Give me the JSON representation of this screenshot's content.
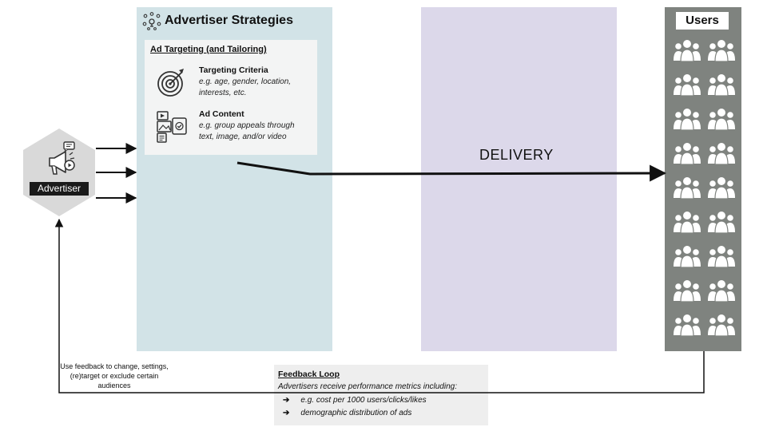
{
  "strategies": {
    "title": "Advertiser Strategies",
    "targeting_heading": "Ad Targeting (and Tailoring)",
    "criteria": [
      {
        "title": "Targeting Criteria",
        "description": "e.g. age, gender, location, interests, etc.",
        "icon": "target-icon"
      },
      {
        "title": "Ad Content",
        "description": "e.g. group appeals through text, image, and/or video",
        "icon": "media-content-icon"
      }
    ]
  },
  "delivery": {
    "label": "DELIVERY"
  },
  "users": {
    "title": "Users",
    "group_count": 18,
    "icon": "user-group-icon"
  },
  "advertiser": {
    "label": "Advertiser",
    "icon": "megaphone-icon"
  },
  "feedback": {
    "note": "Use feedback to change, settings, (re)target or exclude certain audiences",
    "title": "Feedback Loop",
    "description": "Advertisers receive performance metrics including:",
    "items": [
      {
        "arrow": "➔",
        "text": "e.g. cost per 1000 users/clicks/likes"
      },
      {
        "arrow": "➔",
        "text": "demographic distribution of ads"
      }
    ]
  },
  "colors": {
    "strategies_bg": "#d2e3e7",
    "delivery_bg": "#dcd8ea",
    "users_bg": "#7f837f",
    "hexagon": "#d9d9d9",
    "arrows": "#111111"
  }
}
